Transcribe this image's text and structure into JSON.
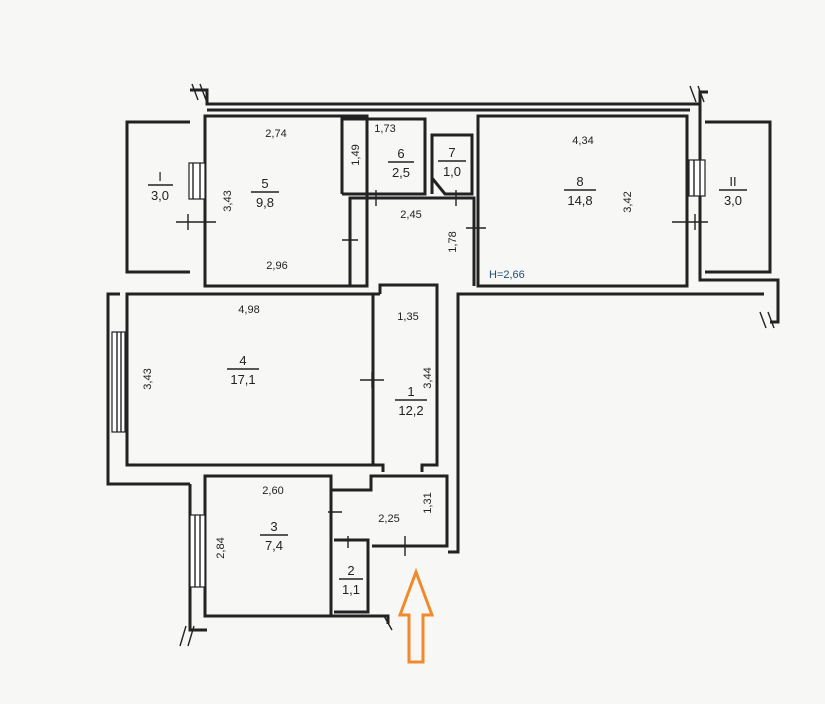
{
  "plan": {
    "height_label": "H=2,66",
    "accent_color": "#f08a2c",
    "entrance_arrow_icon": "arrow-up-icon",
    "rooms": [
      {
        "id": "balcony-1",
        "number": "I",
        "area": "3,0"
      },
      {
        "id": "room-5",
        "number": "5",
        "area": "9,8"
      },
      {
        "id": "room-6",
        "number": "6",
        "area": "2,5"
      },
      {
        "id": "room-7",
        "number": "7",
        "area": "1,0"
      },
      {
        "id": "room-8",
        "number": "8",
        "area": "14,8"
      },
      {
        "id": "balcony-2",
        "number": "II",
        "area": "3,0"
      },
      {
        "id": "room-4",
        "number": "4",
        "area": "17,1"
      },
      {
        "id": "room-1",
        "number": "1",
        "area": "12,2"
      },
      {
        "id": "room-3",
        "number": "3",
        "area": "7,4"
      },
      {
        "id": "room-2",
        "number": "2",
        "area": "1,1"
      }
    ],
    "dimensions": [
      {
        "id": "r5-top",
        "value": "2,74"
      },
      {
        "id": "r5-side",
        "value": "3,43"
      },
      {
        "id": "r5-bottom",
        "value": "2,96"
      },
      {
        "id": "r6-top",
        "value": "1,73"
      },
      {
        "id": "r6-side",
        "value": "1,49"
      },
      {
        "id": "corr-width",
        "value": "2,45"
      },
      {
        "id": "corr-depth",
        "value": "1,78"
      },
      {
        "id": "r8-top",
        "value": "4,34"
      },
      {
        "id": "r8-side",
        "value": "3,42"
      },
      {
        "id": "r4-top",
        "value": "4,98"
      },
      {
        "id": "r4-side",
        "value": "3,43"
      },
      {
        "id": "hall-width",
        "value": "1,35"
      },
      {
        "id": "hall-length",
        "value": "3,44"
      },
      {
        "id": "r3-top",
        "value": "2,60"
      },
      {
        "id": "r3-side",
        "value": "2,84"
      },
      {
        "id": "entry-width",
        "value": "2,25"
      },
      {
        "id": "entry-depth",
        "value": "1,31"
      }
    ]
  }
}
